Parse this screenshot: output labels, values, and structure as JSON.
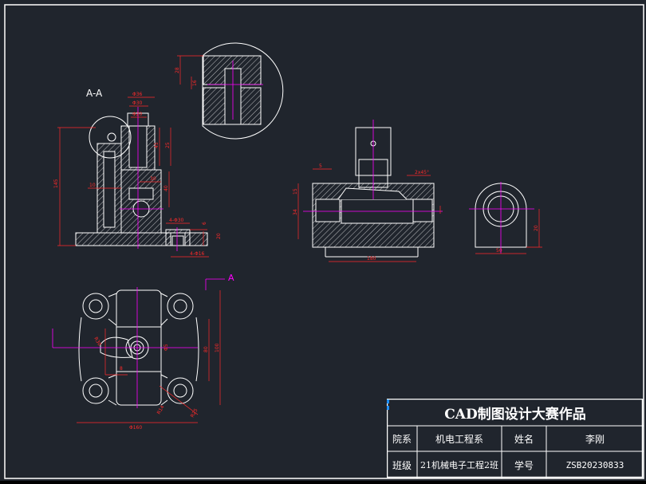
{
  "section_label": "A-A",
  "view_arrow_label": "A",
  "dimensions": {
    "phi36": "Φ36",
    "phi30": "Φ30",
    "phi20": "Φ20",
    "d45": "45",
    "d25": "25",
    "d10": "10",
    "d40": "40",
    "d40b": "40",
    "d30": "30",
    "d145": "145",
    "d5": "5",
    "d4_phi30": "4-Φ30",
    "d4_phi16": "4-Φ16",
    "d20": "20",
    "d6": "6",
    "d28": "28",
    "d16": "16",
    "d5b": "5",
    "d2x45": "2x45°",
    "d180": "180",
    "d15": "15",
    "d34": "34",
    "d20b": "20",
    "d50": "50",
    "d60": "60",
    "d80": "80",
    "d100": "100",
    "r160": "Φ160",
    "d50b": "50",
    "phi5": "Φ5",
    "r30": "R30",
    "d8": "8",
    "d25b": "25",
    "r14": "R14",
    "r25": "R25"
  },
  "title_block": {
    "title": "CAD制图设计大赛作品",
    "dept_label": "院系",
    "dept_value": "机电工程系",
    "name_label": "姓名",
    "name_value": "李刚",
    "class_label": "班级",
    "class_value": "21机械电子工程2班",
    "id_label": "学号",
    "id_value": "ZSB20230833"
  },
  "colors": {
    "background": "#20252d",
    "line": "#ffffff",
    "center": "#ff00ff",
    "dim": "#ff2a2a",
    "highlight": "#ffff00",
    "grip": "#1e90ff"
  }
}
